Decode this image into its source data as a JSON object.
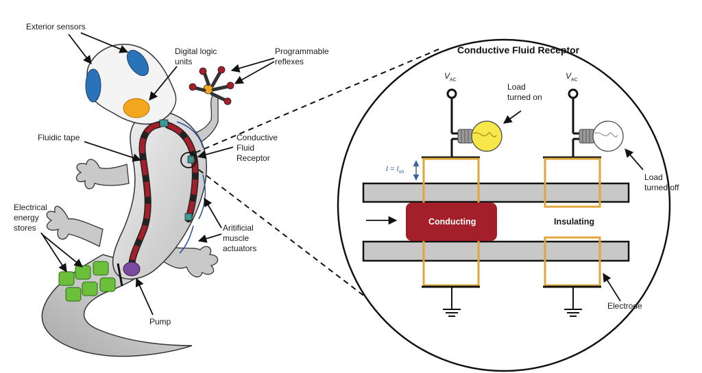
{
  "gecko": {
    "labels": {
      "exterior_sensors": "Exterior sensors",
      "digital_logic": "Digital logic\nunits",
      "programmable_reflexes": "Programmable\nreflexes",
      "fluidic_tape": "Fluidic tape",
      "conductive_fluid_receptor": "Conductive\nFluid\nReceptor",
      "electrical_energy": "Electrical\nenergy\nstores",
      "muscle_actuators": "Aritificial\nmuscle\nactuators",
      "pump": "Pump"
    }
  },
  "receptor": {
    "title": "Conductive Fluid Receptor",
    "vac_symbol": "V",
    "vac_sub": "AC",
    "load_on": "Load\nturned on",
    "load_off": "Load\nturned off",
    "current_symbol": "I = I",
    "current_sub": "on",
    "conducting": "Conducting",
    "insulating": "Insulating",
    "electrode": "Electrode"
  },
  "colors": {
    "sensor_blue": "#2b73b8",
    "logic_orange": "#f2a71e",
    "tape_red": "#a3202a",
    "receptor_teal": "#3a9a94",
    "energy_green": "#6cbf3a",
    "pump_purple": "#7b4a9c",
    "electrode_gold": "#e0a63a",
    "channel_gray": "#c8c8c8",
    "conducting_fill": "#a3202a",
    "bulb_on": "#f7e74a"
  }
}
